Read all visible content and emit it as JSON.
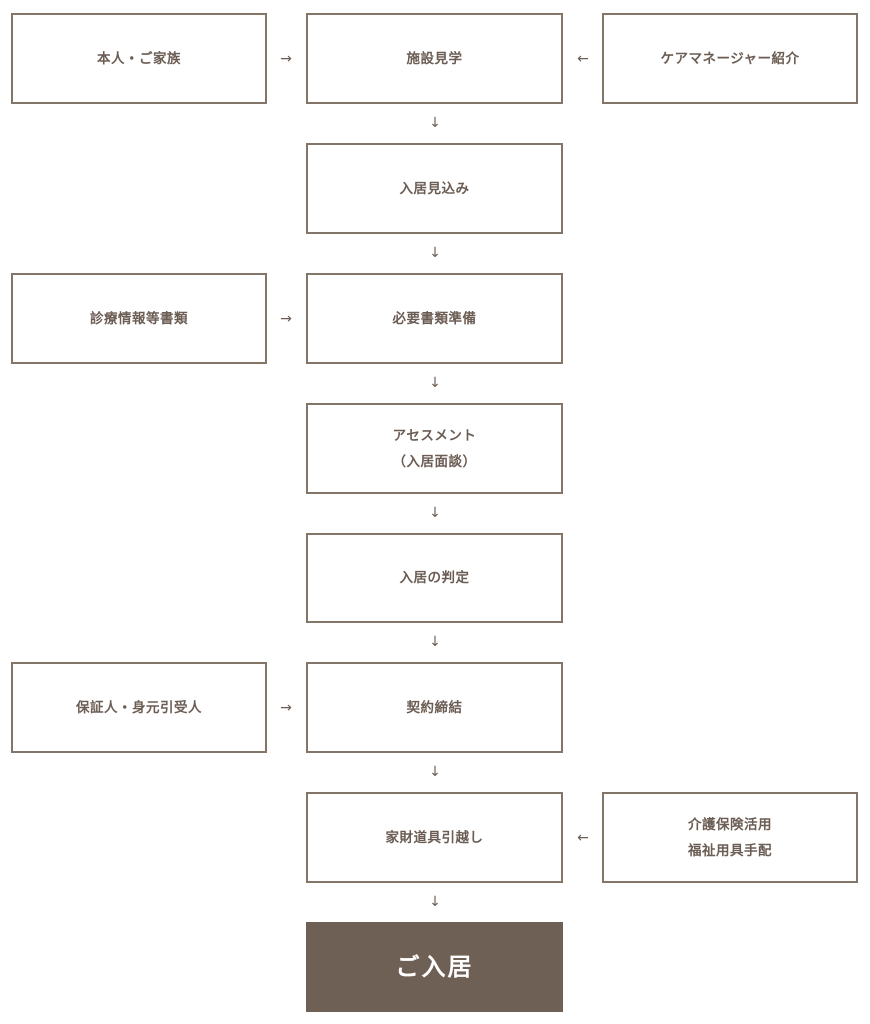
{
  "flow": {
    "rows": [
      {
        "left": "本人・ご家族",
        "center": [
          "施設見学"
        ],
        "right": "ケアマネージャー紹介"
      },
      {
        "center": [
          "入居見込み"
        ]
      },
      {
        "left": "診療情報等書類",
        "center": [
          "必要書類準備"
        ]
      },
      {
        "center": [
          "アセスメント",
          "（入居面談）"
        ]
      },
      {
        "center": [
          "入居の判定"
        ]
      },
      {
        "left": "保証人・身元引受人",
        "center": [
          "契約締結"
        ]
      },
      {
        "center": [
          "家財道具引越し"
        ],
        "right_lines": [
          "介護保険活用",
          "福祉用具手配"
        ]
      },
      {
        "final": "ご入居"
      }
    ],
    "arrows": {
      "right": "→",
      "left": "←",
      "down": "↓"
    }
  },
  "colors": {
    "border": "#847569",
    "text": "#6b5d54",
    "final_bg": "#6f6056",
    "final_text": "#ffffff"
  }
}
